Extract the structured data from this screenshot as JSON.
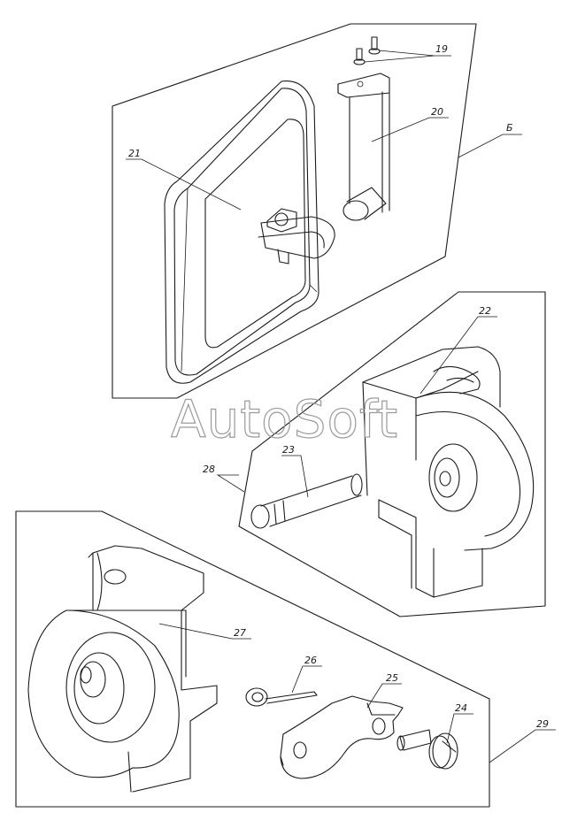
{
  "watermark": "AutoSoft",
  "callouts": [
    {
      "id": "c19",
      "text": "19"
    },
    {
      "id": "c20",
      "text": "20"
    },
    {
      "id": "cB",
      "text": "Б"
    },
    {
      "id": "c21",
      "text": "21"
    },
    {
      "id": "c22",
      "text": "22"
    },
    {
      "id": "c23",
      "text": "23"
    },
    {
      "id": "c28",
      "text": "28"
    },
    {
      "id": "c27",
      "text": "27"
    },
    {
      "id": "c26",
      "text": "26"
    },
    {
      "id": "c25",
      "text": "25"
    },
    {
      "id": "c24",
      "text": "24"
    },
    {
      "id": "c29",
      "text": "29"
    }
  ]
}
